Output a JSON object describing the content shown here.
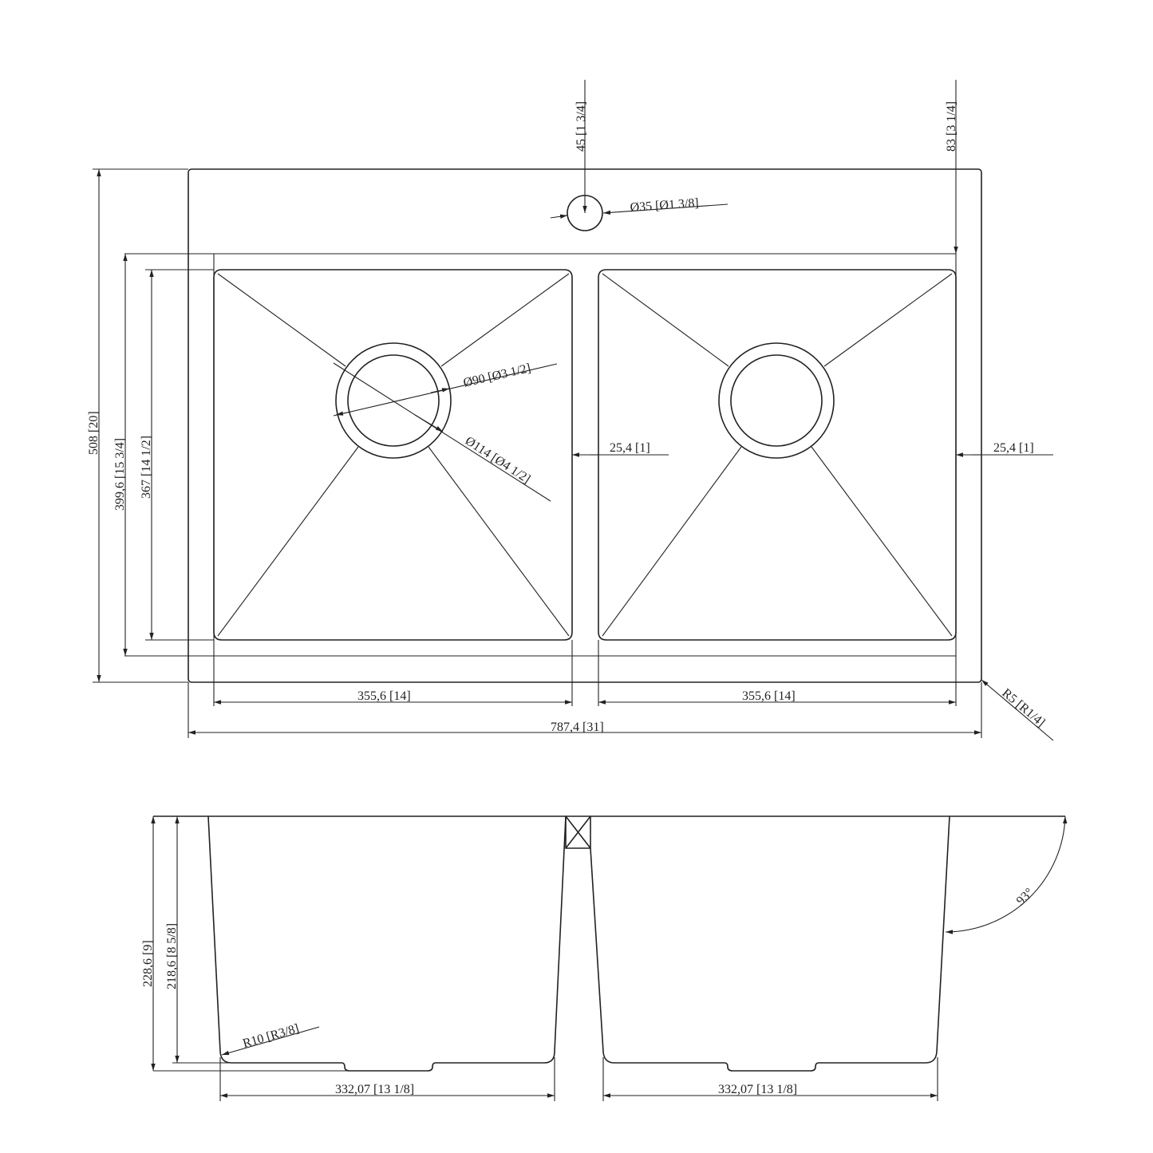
{
  "colors": {
    "line": "#222222",
    "background": "#ffffff"
  },
  "top_view": {
    "faucet_offset": "45 [1 3/4]",
    "deck_depth": "83 [3 1/4]",
    "faucet_hole": "Ø35 [Ø1 3/8]",
    "drain_inner": "Ø90 [Ø3 1/2]",
    "drain_outer": "Ø114 [Ø4 1/2]",
    "gap_center": "25,4 [1]",
    "gap_right": "25,4 [1]",
    "overall_depth": "508 [20]",
    "bowl_outer_depth": "399,6 [15 3/4]",
    "bowl_depth": "367 [14 1/2]",
    "left_bowl_width": "355,6 [14]",
    "right_bowl_width": "355,6 [14]",
    "overall_width": "787,4 [31]",
    "corner_radius": "R5 [R1/4]"
  },
  "side_view": {
    "overall_height": "228,6 [9]",
    "bowl_height": "218,6 [8 5/8]",
    "bottom_radius": "R10 [R3/8]",
    "left_bottom_width": "332,07 [13 1/8]",
    "right_bottom_width": "332,07 [13 1/8]",
    "wall_angle": "93°"
  }
}
